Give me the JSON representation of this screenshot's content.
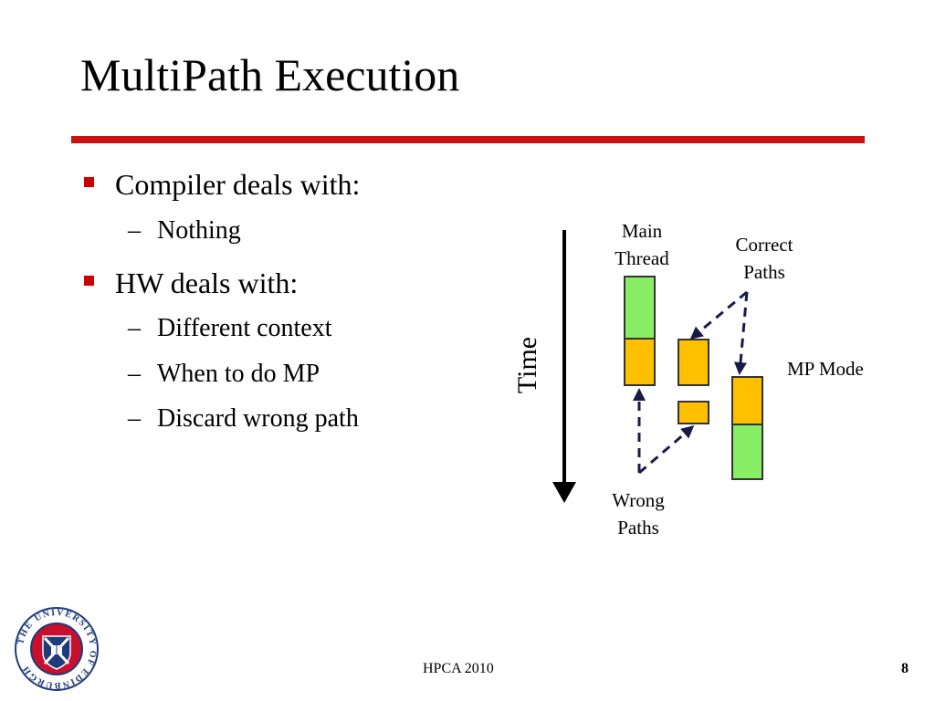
{
  "slide": {
    "title": "MultiPath Execution",
    "bullets": [
      {
        "text": "Compiler deals with:",
        "sub": [
          "Nothing"
        ]
      },
      {
        "text": "HW deals with:",
        "sub": [
          "Different context",
          "When to do MP",
          "Discard  wrong path"
        ]
      }
    ],
    "dash": "–"
  },
  "diagram": {
    "time_label": "Time",
    "main_thread_label": [
      "Main",
      "Thread"
    ],
    "correct_paths_label": [
      "Correct",
      "Paths"
    ],
    "mp_mode_label": "MP Mode",
    "wrong_paths_label": [
      "Wrong",
      "Paths"
    ],
    "colors": {
      "green": "#88ee66",
      "orange": "#ffc000",
      "arrow": "#1a1a4a"
    }
  },
  "footer": {
    "center": "HPCA 2010",
    "page_number": "8"
  },
  "logo": {
    "ring_text": "THE UNIVERSITY OF EDINBURGH",
    "icon": "university-of-edinburgh-crest"
  }
}
